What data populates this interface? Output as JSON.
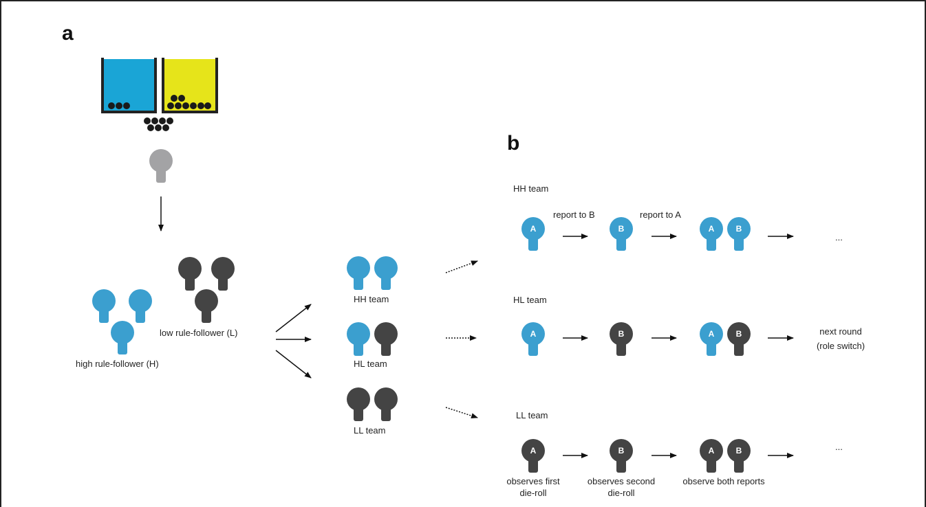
{
  "colors": {
    "high": "#3b9fcf",
    "low": "#444444",
    "neutral": "#a3a3a5",
    "urn_blue": "#1aa5d6",
    "urn_yellow": "#e6e41a",
    "ink": "#111111"
  },
  "panel_a": {
    "label": "a",
    "groups": {
      "high": "high rule-follower (H)",
      "low": "low rule-follower (L)"
    },
    "teams": {
      "hh": "HH team",
      "hl": "HL team",
      "ll": "LL team"
    }
  },
  "panel_b": {
    "label": "b",
    "hh": {
      "title": "HH team",
      "report_to_b": "report to B",
      "report_to_a": "report to A",
      "ellipsis": "..."
    },
    "hl": {
      "title": "HL team",
      "next_round_1": "next round",
      "next_round_2": "(role switch)"
    },
    "ll": {
      "title": "LL team",
      "ellipsis": "...",
      "obs_first_1": "observes first",
      "obs_first_2": "die-roll",
      "obs_second_1": "observes second",
      "obs_second_2": "die-roll",
      "obs_both": "observe both reports"
    },
    "letters": {
      "a": "A",
      "b": "B"
    }
  }
}
